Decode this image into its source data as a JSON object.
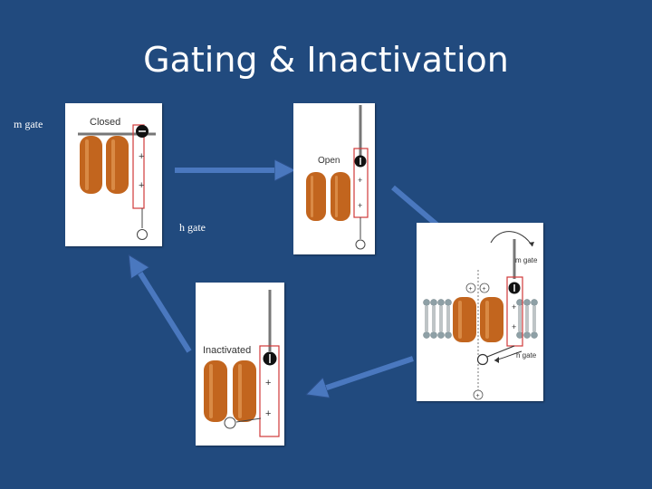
{
  "slide": {
    "title": "Gating & Inactivation",
    "label_m_gate": "m gate",
    "label_h_gate": "h gate"
  },
  "panels": {
    "closed": {
      "state": "Closed"
    },
    "open": {
      "state": "Open"
    },
    "membrane": {
      "m_label": "m gate",
      "h_label": "h gate"
    },
    "inactivated": {
      "state": "Inactivated"
    }
  },
  "colors": {
    "background": "#214a7e",
    "arrow": "#4a78bf",
    "channel": "#c2651e",
    "gate_box": "#d03838"
  }
}
